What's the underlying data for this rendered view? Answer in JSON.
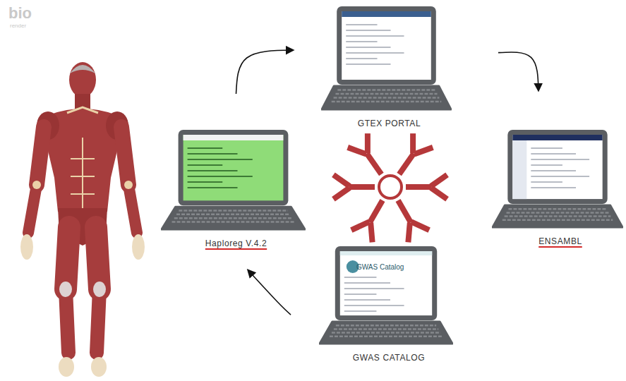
{
  "diagram": {
    "nodes": [
      {
        "text": [
          "GTEX PORTAL"
        ]
      },
      {
        "text": [
          "Haploreg V.4.2"
        ]
      },
      {
        "text": [
          "ENSAMBL"
        ]
      },
      {
        "text": [
          "GWAS CATALOG"
        ]
      }
    ],
    "edges": [
      {
        "from": 1,
        "to": 0,
        "arrow": "to"
      },
      {
        "from": 0,
        "to": 2,
        "arrow": "to"
      },
      {
        "from": 3,
        "to": 1,
        "arrow": "to"
      }
    ],
    "labels": [
      "bio",
      "render",
      "GWAS Catalog"
    ]
  }
}
